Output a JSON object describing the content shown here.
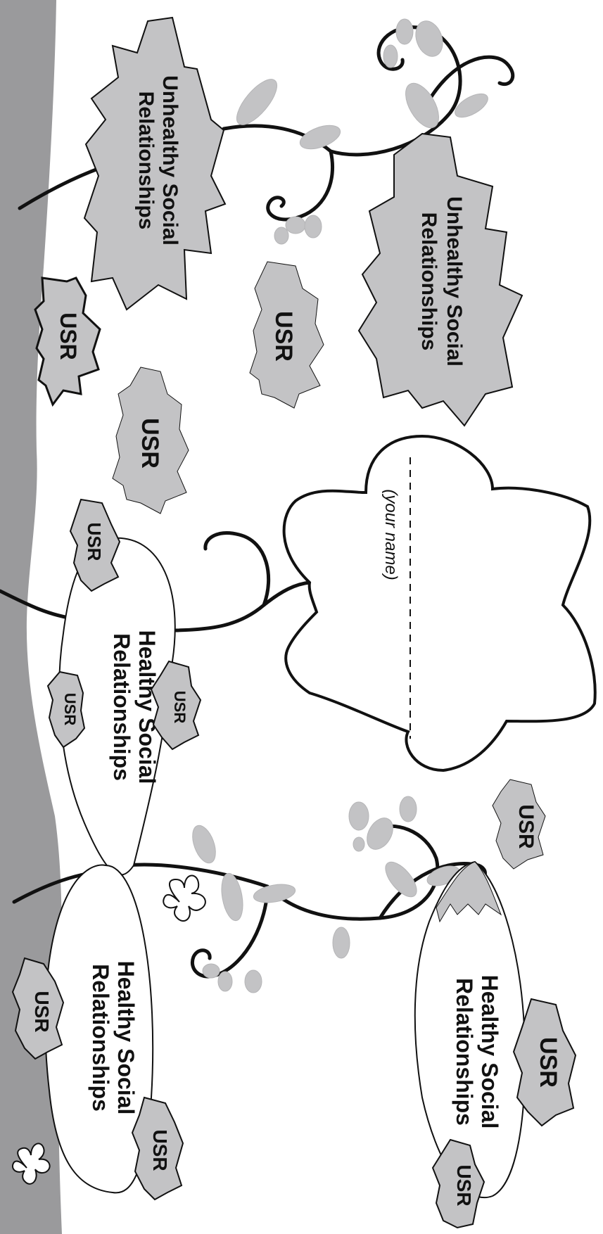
{
  "colors": {
    "ground": "#9a9a9c",
    "gray_fill": "#c3c3c5",
    "outline": "#111111",
    "paper": "#ffffff"
  },
  "labels": {
    "unhealthy_line1": "Unhealthy Social",
    "unhealthy_line2": "Relationships",
    "healthy_line1": "Healthy Social",
    "healthy_line2": "Relationships",
    "usr": "USR",
    "your_name": "(your name)"
  }
}
